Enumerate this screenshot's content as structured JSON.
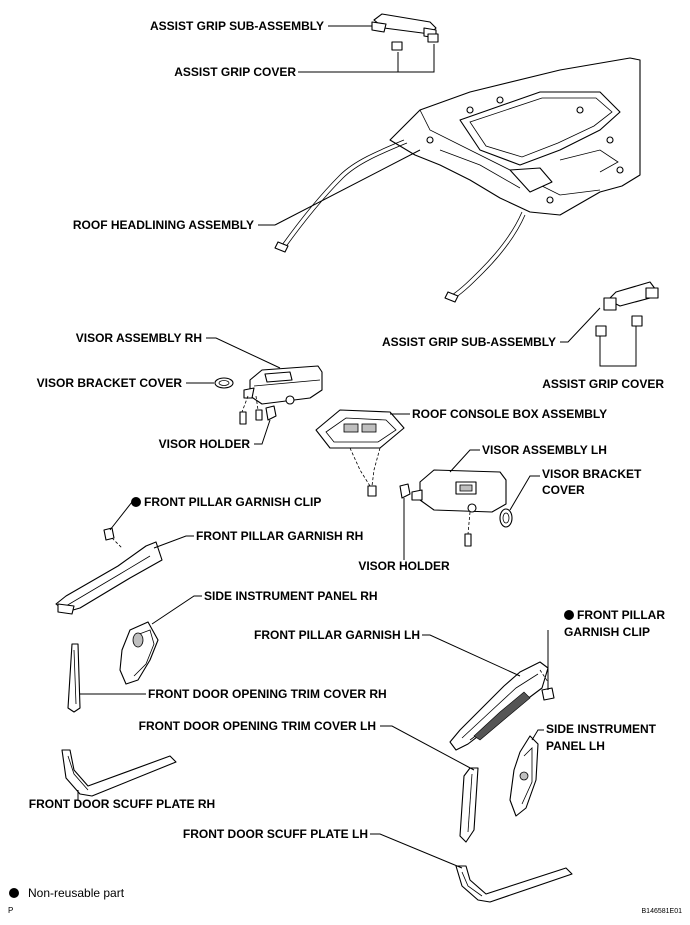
{
  "labels": {
    "assist_grip_sub_top": "ASSIST GRIP SUB-ASSEMBLY",
    "assist_grip_cover_top": "ASSIST GRIP COVER",
    "roof_headlining": "ROOF HEADLINING ASSEMBLY",
    "visor_assembly_rh": "VISOR ASSEMBLY RH",
    "assist_grip_sub_right": "ASSIST GRIP SUB-ASSEMBLY",
    "visor_bracket_cover_left": "VISOR BRACKET COVER",
    "assist_grip_cover_right": "ASSIST GRIP COVER",
    "roof_console_box": "ROOF CONSOLE BOX ASSEMBLY",
    "visor_holder_left": "VISOR HOLDER",
    "visor_assembly_lh": "VISOR ASSEMBLY LH",
    "visor_bracket_cover_right_1": "VISOR BRACKET",
    "visor_bracket_cover_right_2": "COVER",
    "front_pillar_clip_left": "FRONT PILLAR GARNISH CLIP",
    "front_pillar_garnish_rh": "FRONT PILLAR GARNISH RH",
    "visor_holder_right": "VISOR HOLDER",
    "side_instrument_panel_rh": "SIDE INSTRUMENT PANEL RH",
    "front_pillar_clip_right_1": "FRONT PILLAR",
    "front_pillar_clip_right_2": "GARNISH CLIP",
    "front_pillar_garnish_lh": "FRONT PILLAR GARNISH LH",
    "front_door_trim_rh": "FRONT DOOR OPENING TRIM COVER RH",
    "front_door_trim_lh": "FRONT DOOR OPENING TRIM COVER LH",
    "side_instrument_panel_lh_1": "SIDE INSTRUMENT",
    "side_instrument_panel_lh_2": "PANEL LH",
    "front_door_scuff_rh": "FRONT DOOR SCUFF PLATE RH",
    "front_door_scuff_lh": "FRONT DOOR SCUFF PLATE LH"
  },
  "legend": {
    "non_reusable": "Non-reusable part"
  },
  "footer": {
    "corner_mark": "P",
    "figure_code": "B146581E01"
  }
}
